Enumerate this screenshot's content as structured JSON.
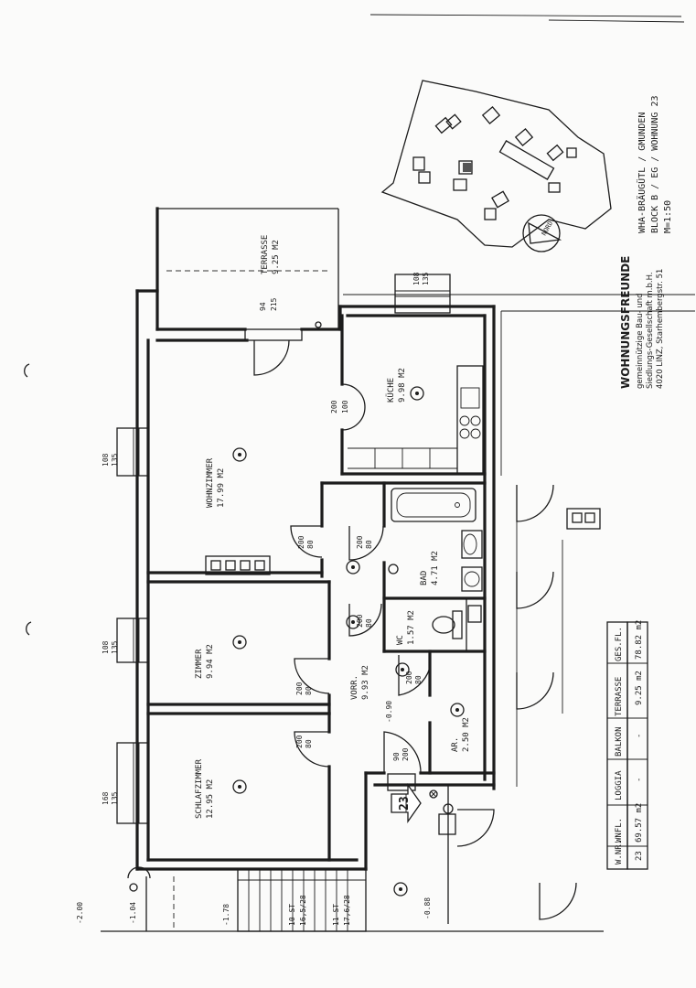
{
  "project": {
    "title_line1": "WHA-BRÄUGÜTL / GMUNDEN",
    "title_line2": "BLOCK B / EG / WOHNUNG 23",
    "scale": "M=1:50"
  },
  "company": {
    "name": "WOHNUNGSFREUNDE",
    "line1": "gemeinnützige Bau- und",
    "line2": "Siedlungs-Gesellschaft m.b.H.",
    "line3": "4020 LINZ, Starhembergstr. 51"
  },
  "rooms": {
    "terrasse": {
      "name": "TERRASSE",
      "area": "9.25 M2"
    },
    "kueche": {
      "name": "KÜCHE",
      "area": "9.98 M2"
    },
    "wohnzimmer": {
      "name": "WOHNZIMMER",
      "area": "17.99 M2"
    },
    "bad": {
      "name": "BAD",
      "area": "4.71 M2"
    },
    "wc": {
      "name": "WC",
      "area": "1.57 M2"
    },
    "zimmer": {
      "name": "ZIMMER",
      "area": "9.94 M2"
    },
    "vorr": {
      "name": "VORR.",
      "area": "9.93 M2"
    },
    "ar": {
      "name": "AR.",
      "area": "2.50 M2"
    },
    "schlafzimmer": {
      "name": "SCHLAFZIMMER",
      "area": "12.95 M2"
    }
  },
  "dims": {
    "win_top_a": "108",
    "win_top_b": "135",
    "terr_door_a": "94",
    "terr_door_b": "215",
    "kitchen_door_a": "200",
    "kitchen_door_b": "100",
    "wz_door_a": "200",
    "wz_door_b": "80",
    "bad_door_a": "200",
    "bad_door_b": "80",
    "wc_door_a": "200",
    "wc_door_b": "80",
    "ar_door_a": "200",
    "ar_door_b": "80",
    "zimmer_door_a": "200",
    "zimmer_door_b": "80",
    "sz_door_a": "200",
    "sz_door_b": "80",
    "entry_a": "90",
    "entry_b": "200",
    "level_vorr": "-0.90",
    "level_out1": "-0.88",
    "level_out2": "-1.78",
    "level_out3": "-2.00",
    "level_out4": "-1.04",
    "win_wz_a": "108",
    "win_wz_b": "135",
    "win_z_a": "108",
    "win_z_b": "135",
    "win_sz_a": "168",
    "win_sz_b": "135",
    "stair_a": "10 ST",
    "stair_b": "16,5/28",
    "stair_c": "11 ST",
    "stair_d": "17,6/28"
  },
  "unit_marker": "23",
  "table": {
    "headers": [
      "W.NR.",
      "WNFL.",
      "LOGGIA",
      "BALKON",
      "TERRASSE",
      "GES.FL."
    ],
    "row": [
      "23",
      "69.57 m2",
      "-",
      "-",
      "9.25 m2",
      "78.82 m2"
    ]
  },
  "icons": {
    "north": "north-arrow-icon",
    "ceiling_light": "ceiling-light-icon",
    "entrance": "entrance-arrow-icon"
  }
}
